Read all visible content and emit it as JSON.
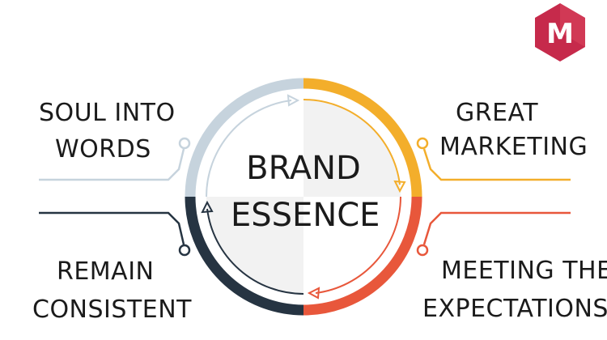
{
  "logo": {
    "letter": "M",
    "color": "#c62a4b"
  },
  "center": {
    "line1": "BRAND",
    "line2": "ESSENCE"
  },
  "quadrants": [
    {
      "lines": [
        "SOUL INTO",
        "WORDS"
      ],
      "color": "#c6d3dd"
    },
    {
      "lines": [
        "GREAT",
        "MARKETING"
      ],
      "color": "#f3ae2b"
    },
    {
      "lines": [
        "MEETING THE",
        "EXPECTATIONS"
      ],
      "color": "#e8573b"
    },
    {
      "lines": [
        "REMAIN",
        "CONSISTENT"
      ],
      "color": "#263442"
    }
  ]
}
